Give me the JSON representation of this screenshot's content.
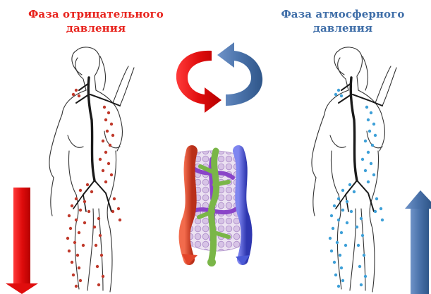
{
  "phases": {
    "negative": {
      "line1": "Фаза отрицательного",
      "line2": "давления",
      "color": "#e8231d"
    },
    "atmospheric": {
      "line1": "Фаза атмосферного",
      "line2": "давления",
      "color": "#3f6ea8"
    }
  },
  "colors": {
    "red_arrow": "#ee1c1c",
    "blue_arrow": "#4a72aa",
    "lymph_red": "#c0392b",
    "lymph_blue": "#3ea0d8",
    "vessel_red": "#e2452a",
    "vessel_blue": "#4a59d6",
    "vessel_purple": "#8a44c8",
    "vessel_green": "#7ab648"
  },
  "icons": {
    "cycle": "circular-arrows-icon",
    "down": "down-arrow-icon",
    "up": "up-arrow-icon"
  }
}
